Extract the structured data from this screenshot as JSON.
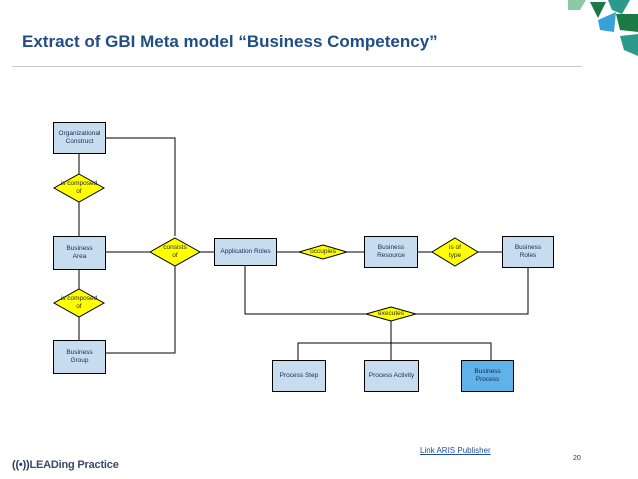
{
  "slide": {
    "title": "Extract of GBI Meta model “Business Competency”",
    "page_number": "20",
    "link_text": "Link ARIS Publisher",
    "logo_mark": "((•))",
    "logo_text": "LEADing Practice"
  },
  "colors": {
    "title": "#1f4e86",
    "box_fill": "#c8dcf0",
    "box_highlight": "#5fb3e8",
    "diamond_fill": "#ffff00",
    "corner_green": "#1a7a45",
    "corner_teal": "#2a9a8a",
    "corner_blue": "#3aa0d8"
  },
  "nodes": {
    "organizational_construct": "Organizational\nConstruct",
    "business_area": "Business\nArea",
    "business_group": "Business\nGroup",
    "application_roles": "Application Roles",
    "business_resource": "Business\nResource",
    "business_roles": "Business\nRoles",
    "process_step": "Process Step",
    "process_activity": "Process Activity",
    "business_process": "Business\nProcess"
  },
  "relations": {
    "is_composed_of_1": "is composed\nof",
    "is_composed_of_2": "is composed\nof",
    "consists_of": "consists\nof",
    "occupies": "occupies",
    "is_of_type": "is of\ntype",
    "executes": "executes"
  }
}
